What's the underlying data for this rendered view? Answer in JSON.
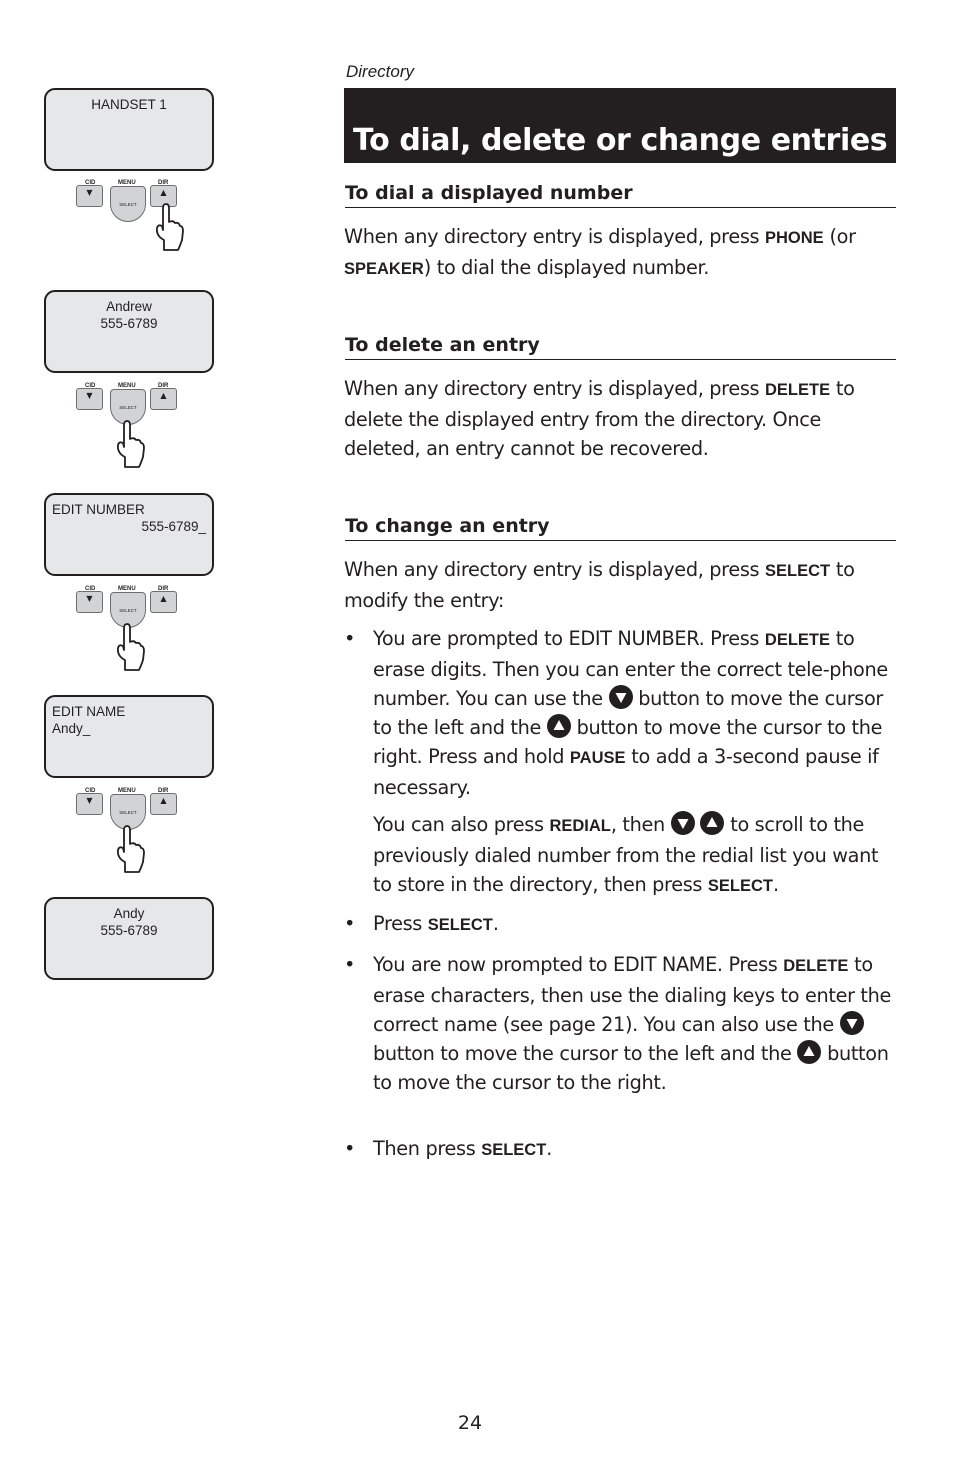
{
  "header": {
    "section": "Directory",
    "title": "To dial, delete or change entries"
  },
  "screens": [
    {
      "lines": [
        "HANDSET 1"
      ]
    },
    {
      "lines": [
        "Andrew",
        "555-6789"
      ]
    },
    {
      "lines": [
        "EDIT NUMBER",
        "555-6789_"
      ]
    },
    {
      "lines": [
        "EDIT NAME",
        "Andy_"
      ]
    },
    {
      "lines": [
        "Andy",
        "555-6789"
      ]
    }
  ],
  "keypad": {
    "cid": "CID",
    "menu": "MENU",
    "dir": "DIR",
    "select": "SELECT"
  },
  "dial": {
    "heading": "To dial a displayed number",
    "t1": "When any directory entry is displayed, press ",
    "k1": "PHONE",
    "t2": " (or ",
    "k2": "SPEAKER",
    "t3": ") to dial the displayed number."
  },
  "del": {
    "heading": "To delete an entry",
    "t1": "When any directory entry is displayed, press ",
    "k1": "DELETE",
    "t2": " to delete the displayed entry from the directory. Once deleted, an entry cannot be recovered."
  },
  "change": {
    "heading": "To change an entry",
    "t1": "When any directory entry is displayed, press ",
    "k1": "SELECT",
    "t2": " to modify the entry:",
    "b1": {
      "t1": "You are prompted to EDIT NUMBER.  Press ",
      "k1": "DELETE",
      "t2": " to erase digits. Then you can enter the correct tele-phone number. You can use the ",
      "t3": " button to move the cursor to the left and the ",
      "t4": " button to move the cursor to the right.  Press and hold ",
      "k2": "PAUSE",
      "t5": " to add a 3-second pause if necessary."
    },
    "b1b": {
      "t1": "You can also press ",
      "k1": "REDIAL",
      "t2": ", then ",
      "t3": "  to scroll to the previously dialed number from the redial list you want to store in the directory, then press ",
      "k2": "SELECT",
      "t4": "."
    },
    "b2": {
      "t1": "Press ",
      "k1": "SELECT",
      "t2": "."
    },
    "b3": {
      "t1": "You are now prompted to EDIT NAME. Press ",
      "k1": "DELETE",
      "t2": " to erase characters, then use the dialing keys to enter the correct name (see page 21). You can also use the ",
      "t3": "  button to move the cursor to the left and the ",
      "t4": " button to move the cursor to the right."
    },
    "b4": {
      "t1": "Then press ",
      "k1": "SELECT",
      "t2": "."
    }
  },
  "page_number": "24",
  "icons": [
    "down-arrow-icon",
    "up-arrow-icon",
    "pointing-hand-icon"
  ]
}
